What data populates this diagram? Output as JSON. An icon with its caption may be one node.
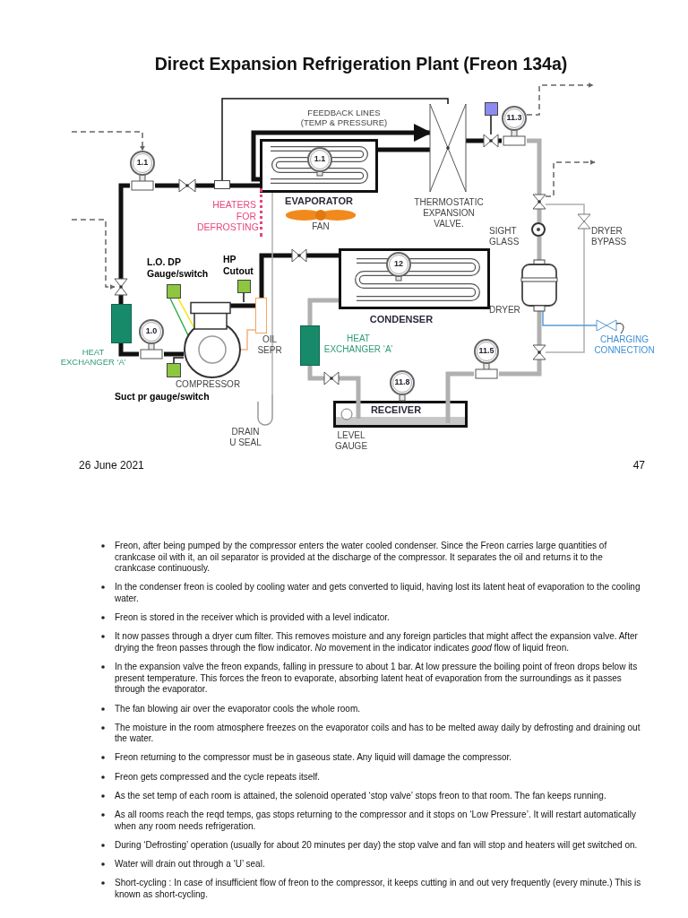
{
  "diagram": {
    "title": "Direct Expansion Refrigeration Plant (Freon 134a)",
    "nodes": [
      {
        "text": [
          "1.1"
        ]
      },
      {
        "text": [
          "EVAPORATOR"
        ]
      },
      {
        "text": [
          "1.1"
        ],
        "in": 1
      },
      {
        "text": [],
        "shape": "fan",
        "beside": [
          "FAN"
        ]
      },
      {
        "text": [
          "HEATERS FOR DEFROSTING"
        ]
      },
      {
        "text": [],
        "shape": "box"
      },
      {
        "text": [],
        "shape": "valve"
      },
      {
        "text": [],
        "shape": "valve"
      },
      {
        "text": [],
        "shape": "valve",
        "beside": [
          "THERMOSTATIC EXPANSION VALVE."
        ]
      },
      {
        "text": [],
        "shape": "box"
      },
      {
        "text": [],
        "shape": "valve"
      },
      {
        "text": [
          "11.3"
        ]
      },
      {
        "text": [],
        "shape": "valve"
      },
      {
        "text": [],
        "shape": "circle",
        "beside": [
          "SIGHT GLASS"
        ]
      },
      {
        "text": [],
        "shape": "valve",
        "beside": [
          "DRYER BYPASS"
        ]
      },
      {
        "text": [],
        "shape": "cylinder",
        "beside": [
          "DRYER"
        ]
      },
      {
        "text": [],
        "shape": "valve"
      },
      {
        "text": [],
        "shape": "valve",
        "beside": [
          "CHARGING CONNECTION"
        ]
      },
      {
        "text": [
          "11.5"
        ]
      },
      {
        "text": [
          "RECEIVER"
        ],
        "beside": [
          "LEVEL GAUGE"
        ]
      },
      {
        "text": [
          "11.8"
        ]
      },
      {
        "text": [
          "CONDENSER"
        ]
      },
      {
        "text": [
          "12"
        ],
        "in": 21
      },
      {
        "text": [],
        "shape": "valve"
      },
      {
        "text": [],
        "shape": "box",
        "beside": [
          "HEAT EXCHANGER ‘A’"
        ]
      },
      {
        "text": [],
        "shape": "valve"
      },
      {
        "text": [],
        "shape": "box",
        "beside": [
          "OIL SEPR"
        ]
      },
      {
        "text": [],
        "shape": "box",
        "beside": [
          "HP Cutout"
        ]
      },
      {
        "text": [],
        "shape": "circle",
        "beside": [
          "COMPRESSOR"
        ]
      },
      {
        "text": [],
        "shape": "box",
        "beside": [
          "L.O. DP Gauge/switch"
        ]
      },
      {
        "text": [],
        "shape": "box",
        "beside": [
          "Suct pr gauge/switch"
        ]
      },
      {
        "text": [
          "1.0"
        ]
      },
      {
        "text": [],
        "shape": "box",
        "beside": [
          "HEAT EXCHANGER ‘A’"
        ]
      },
      {
        "text": [
          "DRAIN U SEAL"
        ]
      }
    ],
    "edges": [
      {
        "from": 1,
        "to": 5,
        "arrow": "none"
      },
      {
        "from": 5,
        "to": 6,
        "arrow": "none"
      },
      {
        "from": 6,
        "to": 0,
        "arrow": "none"
      },
      {
        "from": 0,
        "to": 7,
        "arrow": "none"
      },
      {
        "from": 7,
        "to": 32,
        "arrow": "none"
      },
      {
        "from": 32,
        "to": 31,
        "arrow": "none"
      },
      {
        "from": 31,
        "to": 28,
        "arrow": "none"
      },
      {
        "from": 28,
        "to": 26,
        "arrow": "none"
      },
      {
        "from": 26,
        "to": 23,
        "arrow": "none"
      },
      {
        "from": 23,
        "to": 21,
        "arrow": "none"
      },
      {
        "from": 21,
        "to": 24,
        "arrow": "none",
        "color": "#b0b0b0"
      },
      {
        "from": 24,
        "to": 25,
        "arrow": "none",
        "color": "#b0b0b0"
      },
      {
        "from": 25,
        "to": 19,
        "arrow": "none",
        "color": "#b0b0b0"
      },
      {
        "from": 19,
        "to": 18,
        "arrow": "none",
        "color": "#b0b0b0"
      },
      {
        "from": 18,
        "to": 16,
        "arrow": "none",
        "color": "#b0b0b0"
      },
      {
        "from": 16,
        "to": 15,
        "arrow": "none",
        "color": "#b0b0b0"
      },
      {
        "from": 15,
        "to": 13,
        "arrow": "none",
        "color": "#b0b0b0"
      },
      {
        "from": 13,
        "to": 12,
        "arrow": "none",
        "color": "#b0b0b0"
      },
      {
        "from": 12,
        "to": 11,
        "arrow": "none",
        "color": "#b0b0b0"
      },
      {
        "from": 11,
        "to": 10,
        "arrow": "none"
      },
      {
        "from": 10,
        "to": 8,
        "arrow": "none"
      },
      {
        "from": 8,
        "to": 1,
        "arrow": "none"
      },
      {
        "from": 1,
        "to": 8,
        "arrow": "to"
      },
      {
        "from": 5,
        "to": 8,
        "arrow": "none",
        "label": "FEEDBACK LINES (TEMP & PRESSURE)"
      },
      {
        "from": 9,
        "to": 10,
        "arrow": "none"
      },
      {
        "from": 12,
        "to": 14,
        "arrow": "none",
        "color": "#b0b0b0"
      },
      {
        "from": 14,
        "to": 16,
        "arrow": "none",
        "color": "#b0b0b0"
      },
      {
        "from": 15,
        "to": 17,
        "arrow": "none",
        "color": "#5b9bd5"
      },
      {
        "from": null,
        "to": 0,
        "arrow": "to",
        "style": "dashed",
        "color": "#666666"
      },
      {
        "from": null,
        "to": 7,
        "arrow": "to",
        "style": "dashed",
        "color": "#666666"
      },
      {
        "from": 11,
        "to": null,
        "arrow": "to",
        "style": "dashed",
        "color": "#666666"
      },
      {
        "from": 12,
        "to": null,
        "arrow": "to",
        "style": "dashed",
        "color": "#666666"
      },
      {
        "from": 26,
        "to": 28,
        "arrow": "none",
        "color": "#f4b183"
      },
      {
        "from": 1,
        "to": 33,
        "arrow": "none",
        "color": "#b0b0b0"
      },
      {
        "from": 27,
        "to": 28,
        "arrow": "none"
      },
      {
        "from": 30,
        "to": 28,
        "arrow": "none"
      },
      {
        "from": 29,
        "to": 28,
        "arrow": "none",
        "color": "#2db34a"
      },
      {
        "from": 29,
        "to": 28,
        "arrow": "none",
        "color": "#f2e600"
      }
    ],
    "labels": [
      "26 June 2021",
      "47",
      "Freon, after being pumped by the compressor enters the water cooled condenser. Since the Freon carries large quantities of crankcase oil with it, an oil separator is provided at the discharge of the compressor. It separates the oil and returns it to the crankcase continuously.",
      "In the condenser freon is cooled by cooling water and gets converted to liquid, having lost its latent heat of evaporation to the cooling water.",
      "Freon is stored in the receiver which is provided with a level indicator.",
      "It now passes through a dryer cum filter. This removes moisture and any foreign particles that might affect the expansion valve. After drying the freon passes through the flow indicator. *No* movement in the indicator indicates *good* flow of liquid freon.",
      "In the expansion valve the freon expands, falling in pressure to about 1 bar. At low pressure the boiling point of freon drops below its present temperature. This forces the freon to evaporate, absorbing latent heat of evaporation from the surroundings as it passes through the evaporator.",
      "The fan blowing air over the evaporator cools the whole room.",
      "The moisture in the room atmosphere freezes on the evaporator coils and has to be melted away daily by defrosting and draining out the water.",
      "Freon returning to the compressor must be in gaseous state. Any liquid will damage the compressor.",
      "Freon gets compressed and the cycle repeats itself.",
      "As the set temp of each room is attained, the solenoid operated ‘stop valve’ stops freon to that room. The fan keeps running.",
      "As all rooms reach the reqd temps, gas stops returning to the compressor and it stops on ‘Low Pressure’. It will restart automatically when any room needs refrigeration.",
      "During ‘Defrosting’ operation (usually for about 20 minutes per day) the stop valve and fan will stop and heaters will get switched on.",
      "Water will drain out through a ‘U’ seal.",
      "Short-cycling : In case of insufficient flow of freon to the compressor, it keeps cutting in and out very frequently (every minute.) This is known as short-cycling."
    ]
  }
}
